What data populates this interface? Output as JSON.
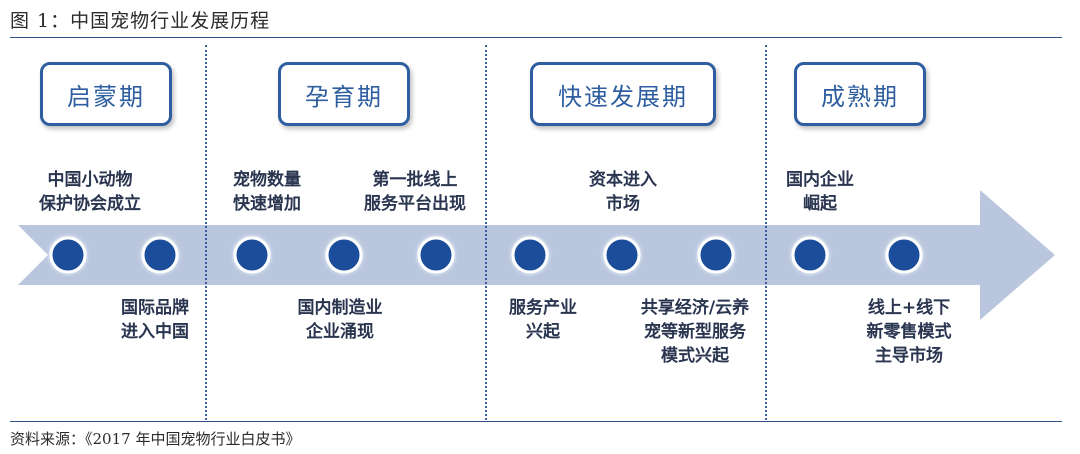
{
  "figure": {
    "title": "图 1：中国宠物行业发展历程",
    "source": "资料来源：《2017 年中国宠物行业白皮书》"
  },
  "phases": [
    {
      "label": "启蒙期"
    },
    {
      "label": "孕育期"
    },
    {
      "label": "快速发展期"
    },
    {
      "label": "成熟期"
    }
  ],
  "events_top": [
    {
      "text": "中国小动物\n保护协会成立"
    },
    {
      "text": "宠物数量\n快速增加"
    },
    {
      "text": "第一批线上\n服务平台出现"
    },
    {
      "text": "资本进入\n市场"
    },
    {
      "text": "国内企业\n崛起"
    }
  ],
  "events_bottom": [
    {
      "text": "国际品牌\n进入中国"
    },
    {
      "text": "国内制造业\n企业涌现"
    },
    {
      "text": "服务产业\n兴起"
    },
    {
      "text": "共享经济/云养\n宠等新型服务\n模式兴起"
    },
    {
      "text": "线上+线下\n新零售模式\n主导市场"
    }
  ],
  "colors": {
    "arrow": "#b9c6de",
    "dot": "#1a4e9a",
    "accent": "#2e5e9f"
  },
  "timeline_dot_count": 10
}
